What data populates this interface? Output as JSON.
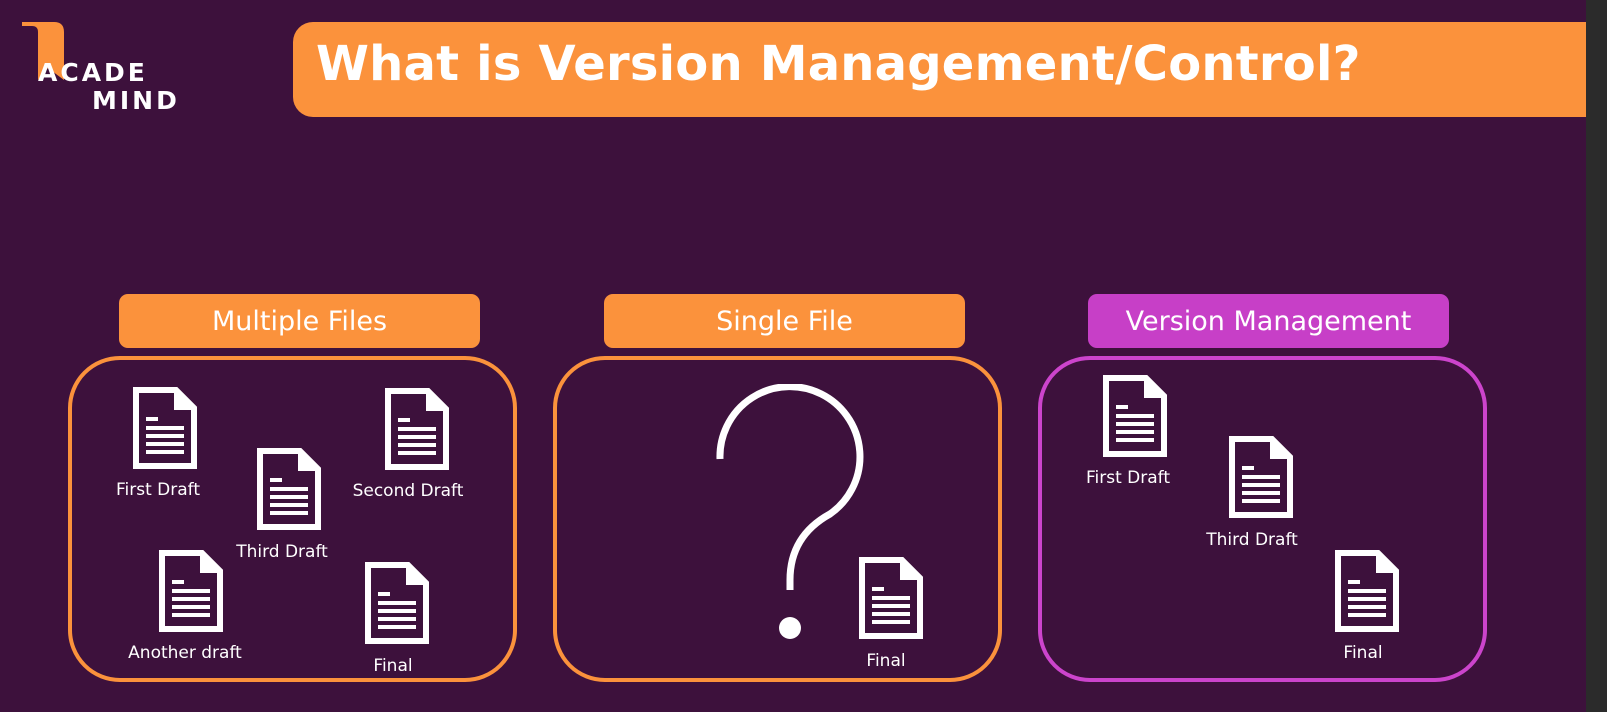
{
  "header": {
    "title": "What is Version Management/Control?",
    "logo": {
      "line1": "ACADE",
      "line2": "MIND"
    }
  },
  "sections": [
    {
      "heading": "Multiple Files",
      "files": [
        "First Draft",
        "Third Draft",
        "Second Draft",
        "Another draft",
        "Final"
      ]
    },
    {
      "heading": "Single File",
      "files": [
        "Final"
      ],
      "symbol": "question-mark"
    },
    {
      "heading": "Version Management",
      "files": [
        "First Draft",
        "Third Draft",
        "Final"
      ]
    }
  ],
  "colors": {
    "background": "#3d113c",
    "accent_orange": "#fb923c",
    "accent_magenta": "#c73fc7",
    "text": "#ffffff"
  },
  "icons": {
    "document": "document-icon",
    "question": "question-mark-icon"
  }
}
